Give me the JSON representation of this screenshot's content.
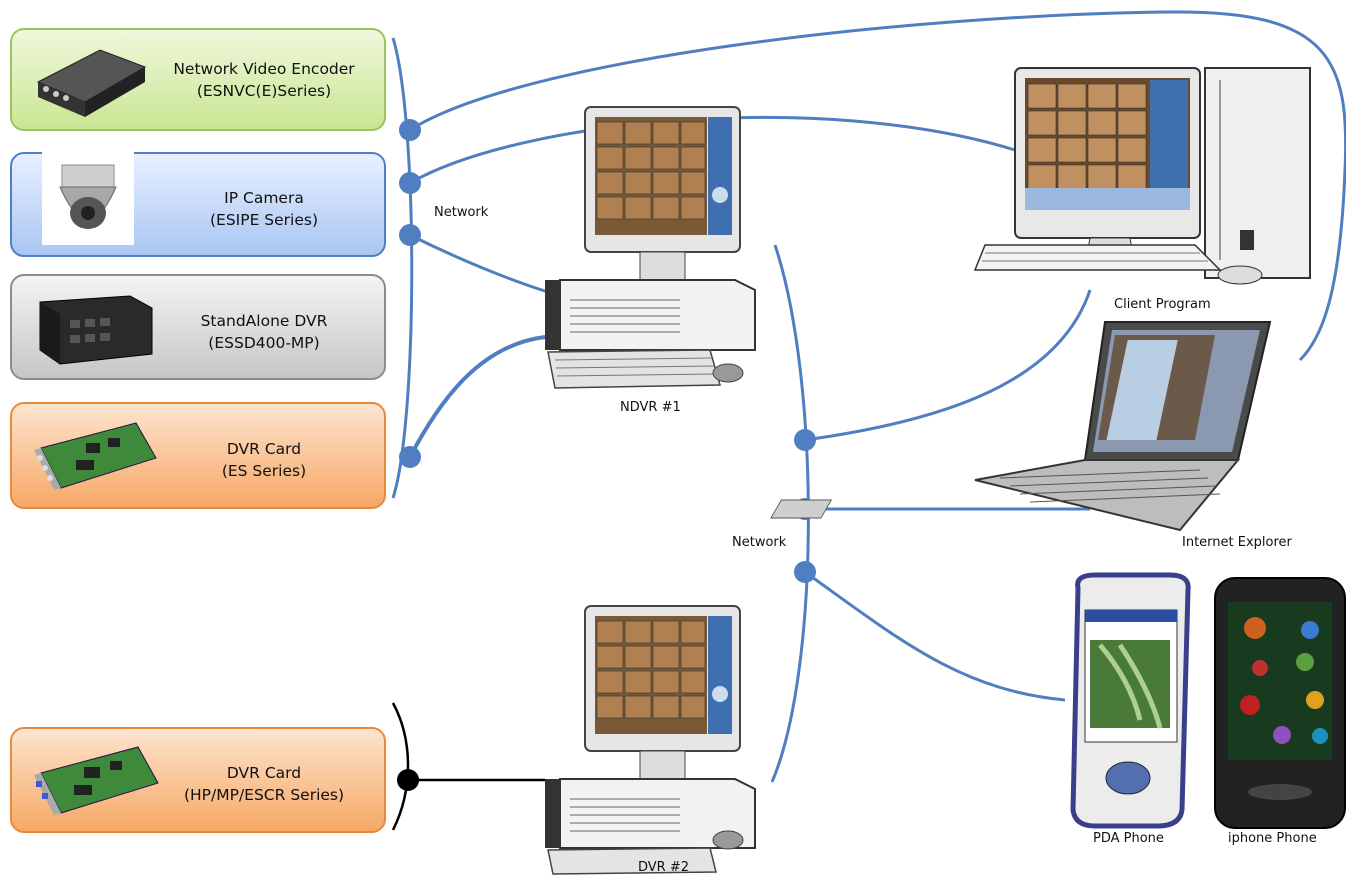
{
  "devices": [
    {
      "name": "Network Video Encoder",
      "model": "(ESNVC(E)Series)"
    },
    {
      "name": "IP Camera",
      "model": "(ESIPE Series)"
    },
    {
      "name": "StandAlone DVR",
      "model": "(ESSD400-MP)"
    },
    {
      "name": "DVR Card",
      "model": "(ES Series)"
    },
    {
      "name": "DVR Card",
      "model": "(HP/MP/ESCR Series)"
    }
  ],
  "labels": {
    "network_left": "Network",
    "network_center": "Network",
    "ndvr1": "NDVR #1",
    "dvr2": "DVR #2",
    "client_program": "Client Program",
    "internet_explorer": "Internet Explorer",
    "pda_phone": "PDA Phone",
    "iphone_phone": "iphone Phone"
  },
  "colors": {
    "network_line": "#4f7fc0",
    "local_line": "#000000",
    "green": "#9cc35e",
    "blue": "#4f7fc9",
    "gray": "#8c8c8c",
    "orange": "#e78a3d"
  },
  "icons": {
    "encoder": "encoder-device-icon",
    "camera": "dome-camera-icon",
    "dvr": "standalone-dvr-icon",
    "card": "capture-card-icon",
    "computer": "desktop-computer-icon",
    "laptop": "laptop-icon",
    "pda": "pda-phone-icon",
    "smartphone": "smartphone-icon"
  }
}
